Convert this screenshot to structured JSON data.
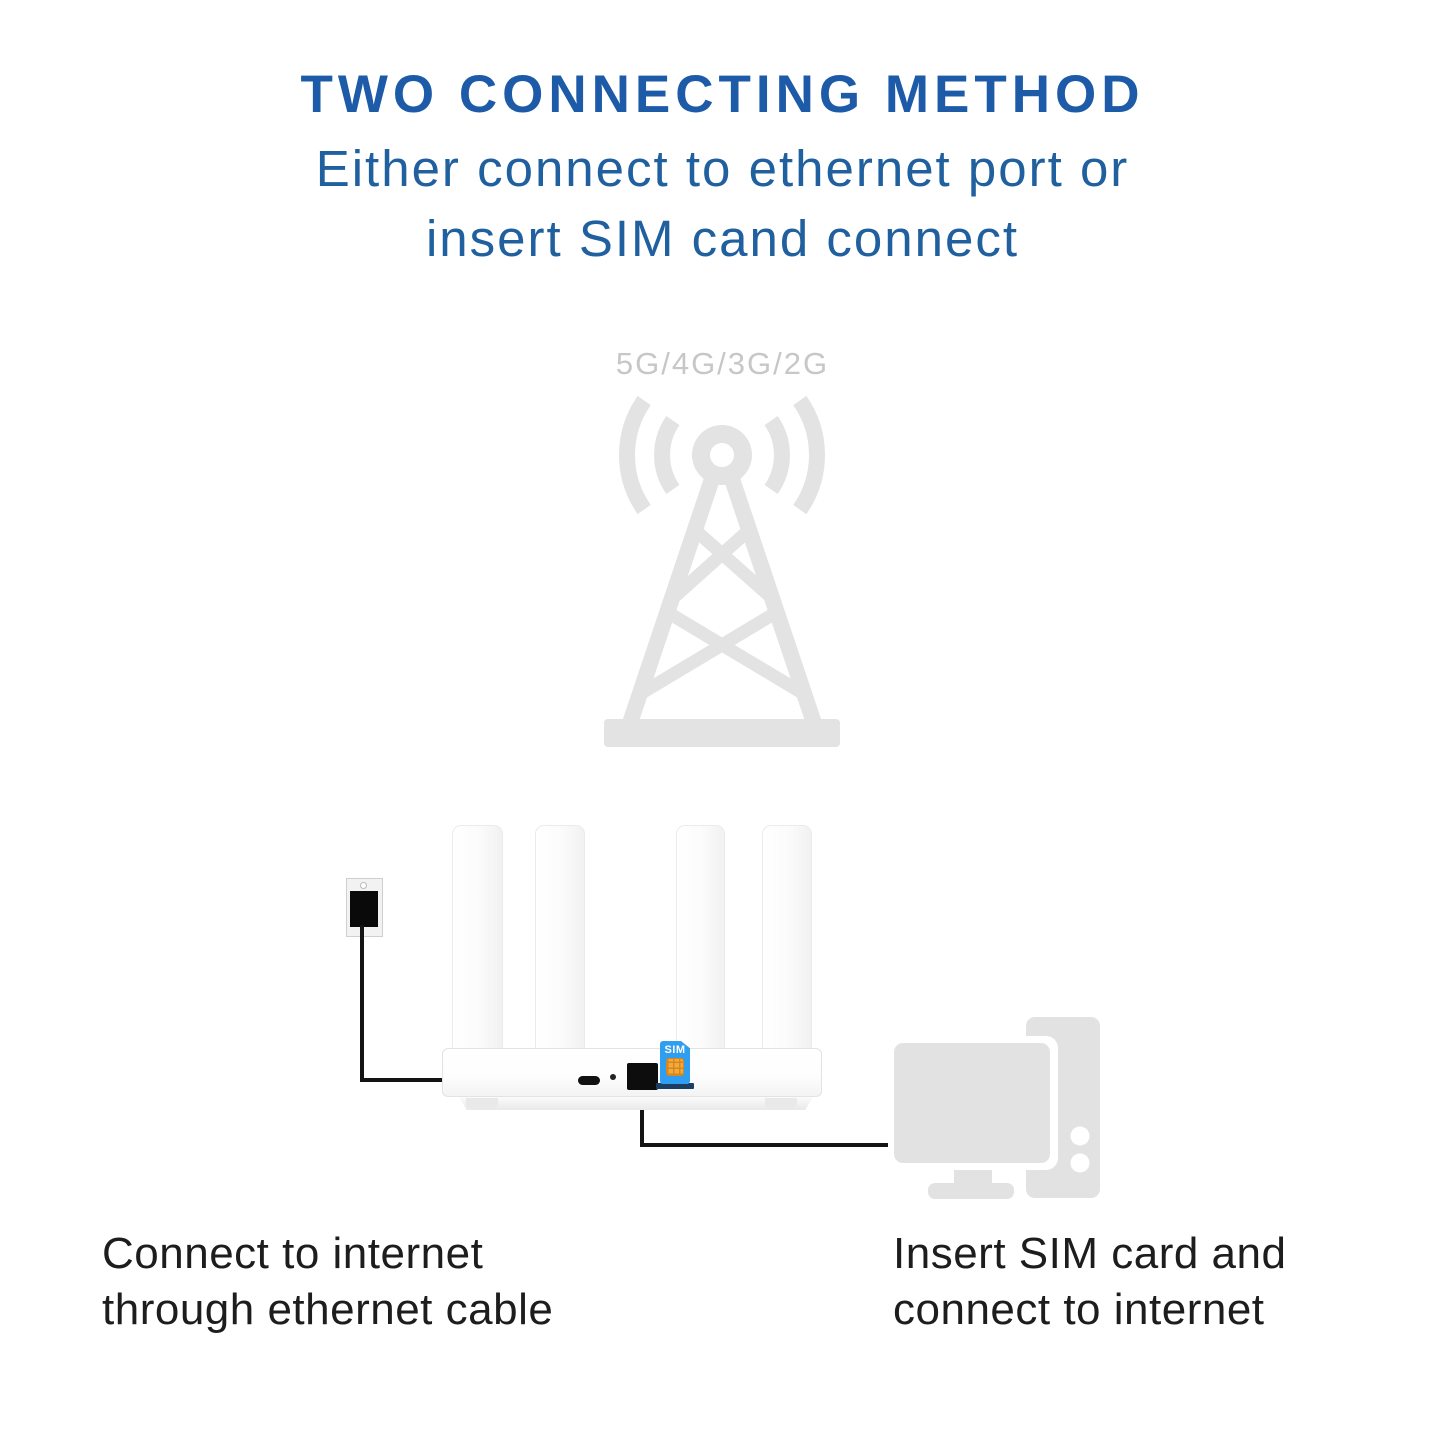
{
  "header": {
    "title": "TWO CONNECTING METHOD",
    "subtitle_line1": "Either connect to ethernet port or",
    "subtitle_line2": "insert SIM cand connect"
  },
  "network_tower": {
    "label": "5G/4G/3G/2G",
    "icon": "cell-tower-icon"
  },
  "router": {
    "sim_card_label": "SIM",
    "ports": [
      "usb-c-port",
      "reset-pinhole",
      "ethernet-port",
      "sim-slot"
    ],
    "antenna_count": 4
  },
  "connections": {
    "ethernet": {
      "caption_line1": "Connect to internet",
      "caption_line2": "through ethernet cable"
    },
    "sim": {
      "caption_line1": "Insert SIM card and",
      "caption_line2": "connect to internet"
    }
  },
  "colors": {
    "title_blue": "#1d5ba9",
    "subtitle_blue": "#20609f",
    "icon_gray": "#e3e3e3",
    "label_gray": "#c7c7c7",
    "caption_black": "#1d1d1d",
    "sim_blue": "#2f9ef0",
    "sim_chip_gold": "#f3a93c",
    "sim_slot_navy": "#1d3e63",
    "cable_black": "#141414",
    "background": "#ffffff"
  }
}
